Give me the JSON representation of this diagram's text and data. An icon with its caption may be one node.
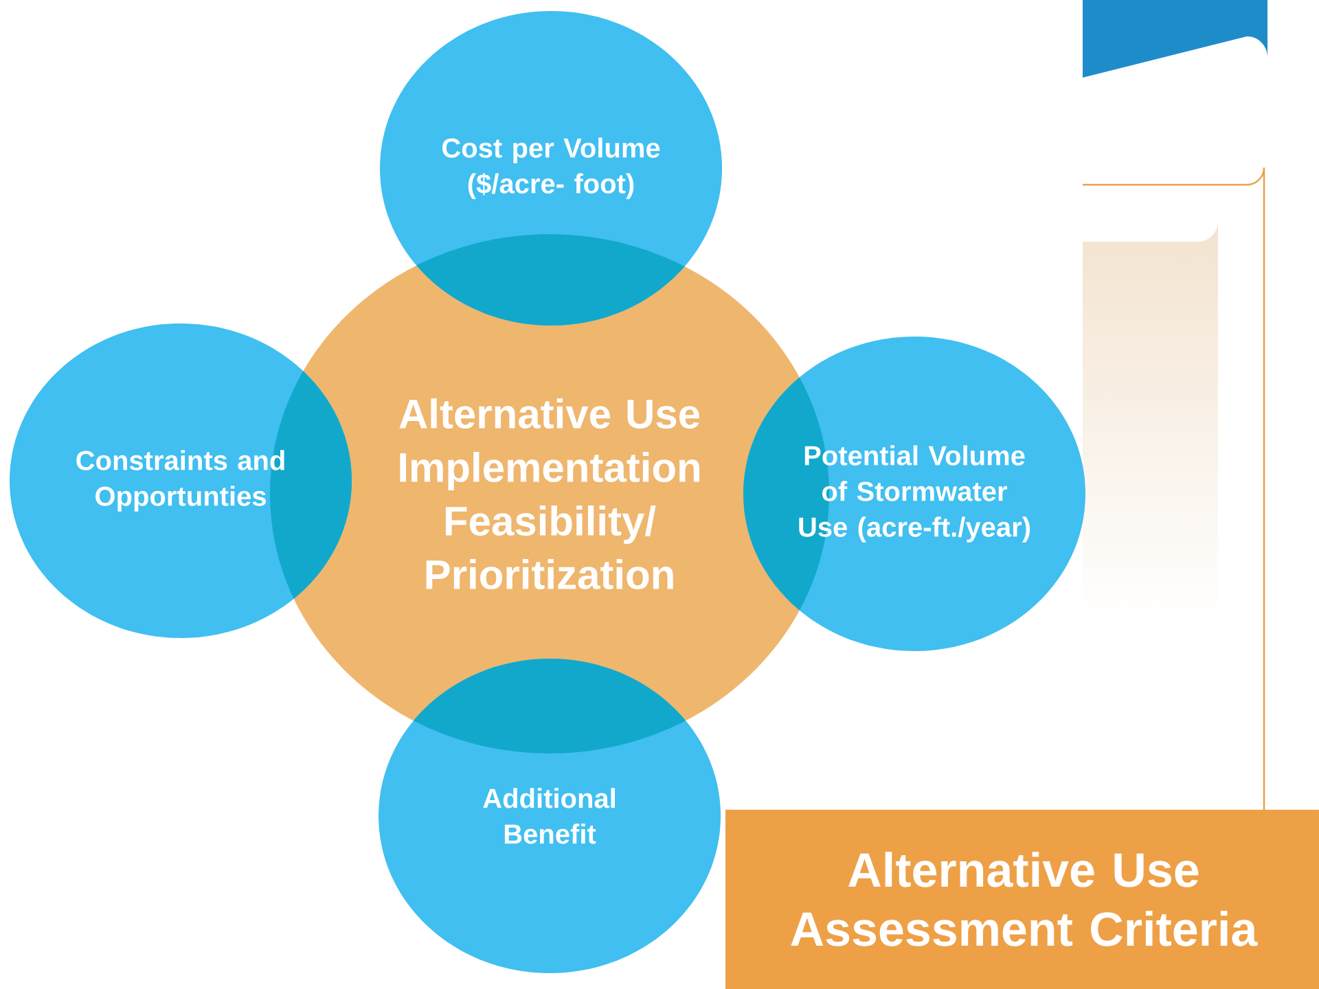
{
  "diagram": {
    "title": "Alternative Use Assessment Criteria",
    "nodes": [
      {
        "text": [
          "Cost per Volume ($/acre- foot)"
        ]
      },
      {
        "text": [
          "Constraints and Opportunties"
        ]
      },
      {
        "text": [
          "Alternative Use Implementation Feasibility/ Prioritization"
        ]
      },
      {
        "text": [
          "Potential Volume of Stormwater Use (acre-ft./year)"
        ]
      },
      {
        "text": [
          "Additional Benefit"
        ]
      }
    ]
  }
}
